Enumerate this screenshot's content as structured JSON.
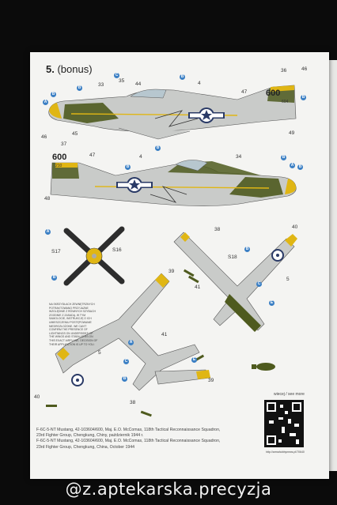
{
  "sheet": {
    "title_number": "5.",
    "title_bonus": "(bonus)"
  },
  "top_profile": {
    "callouts": [
      "B",
      "B",
      "C",
      "B",
      "A",
      "B"
    ],
    "numbers": [
      "33",
      "35",
      "44",
      "4",
      "47",
      "36",
      "46",
      "45",
      "49",
      "45"
    ],
    "tail_code": "600",
    "tail_serial": "604"
  },
  "bottom_profile": {
    "callouts": [
      "B",
      "B",
      "B",
      "A",
      "B"
    ],
    "numbers": [
      "46",
      "37",
      "47",
      "4",
      "34",
      "48"
    ],
    "tail_code": "600",
    "tail_serial": "210"
  },
  "propeller": {
    "labels": [
      "S17",
      "S16"
    ],
    "callouts": [
      "A",
      "B"
    ]
  },
  "top_view": {
    "numbers": [
      "38",
      "40",
      "S18",
      "39",
      "41",
      "5"
    ],
    "callouts": [
      "B",
      "C",
      "E"
    ]
  },
  "under_view": {
    "numbers": [
      "41",
      "41",
      "39",
      "5",
      "40",
      "38"
    ],
    "callouts": [
      "C",
      "B",
      "E",
      "A"
    ]
  },
  "note": "Na skrzydłach zewnętrznych potraktowano przyjazne względnie z równych szybach zgodnie z zasadą. W tym samolocie, instrukcję o ich umieszczeniu postępowanie niedrozłożone. We can't confirm the presence of lightnings on undersides of the wings and stabilizers on this exact airplane, decision of their application is up to you.",
  "qr": {
    "label": "wiecej / see more",
    "url": "http://armahobbynews.pl/70640"
  },
  "caption": {
    "line1": "F-6C-5-NT Mustang, 42-103604/600, Maj. E.O. McComas, 118th Tactical Reconnaissance Squadron,",
    "line2": "23rd Fighter Group, Chengkung, Chiny, październik 1944 r.",
    "line3": "F-6C-5-NT Mustang, 42-103604/600, Maj. E.O. McComas, 118th Tactical Reconnaissance Squadron,",
    "line4": "23rd Fighter Group, Chengkung, China, October 1944"
  },
  "watermark": "@z.aptekarska.precyzja",
  "colors": {
    "background": "#0b0b0b",
    "sheet": "#f4f4f2",
    "aircraft_silver": "#c9cbc9",
    "olive": "#4e5a1e",
    "yellow": "#e0b614",
    "callout_blue": "#3b7fc4"
  }
}
